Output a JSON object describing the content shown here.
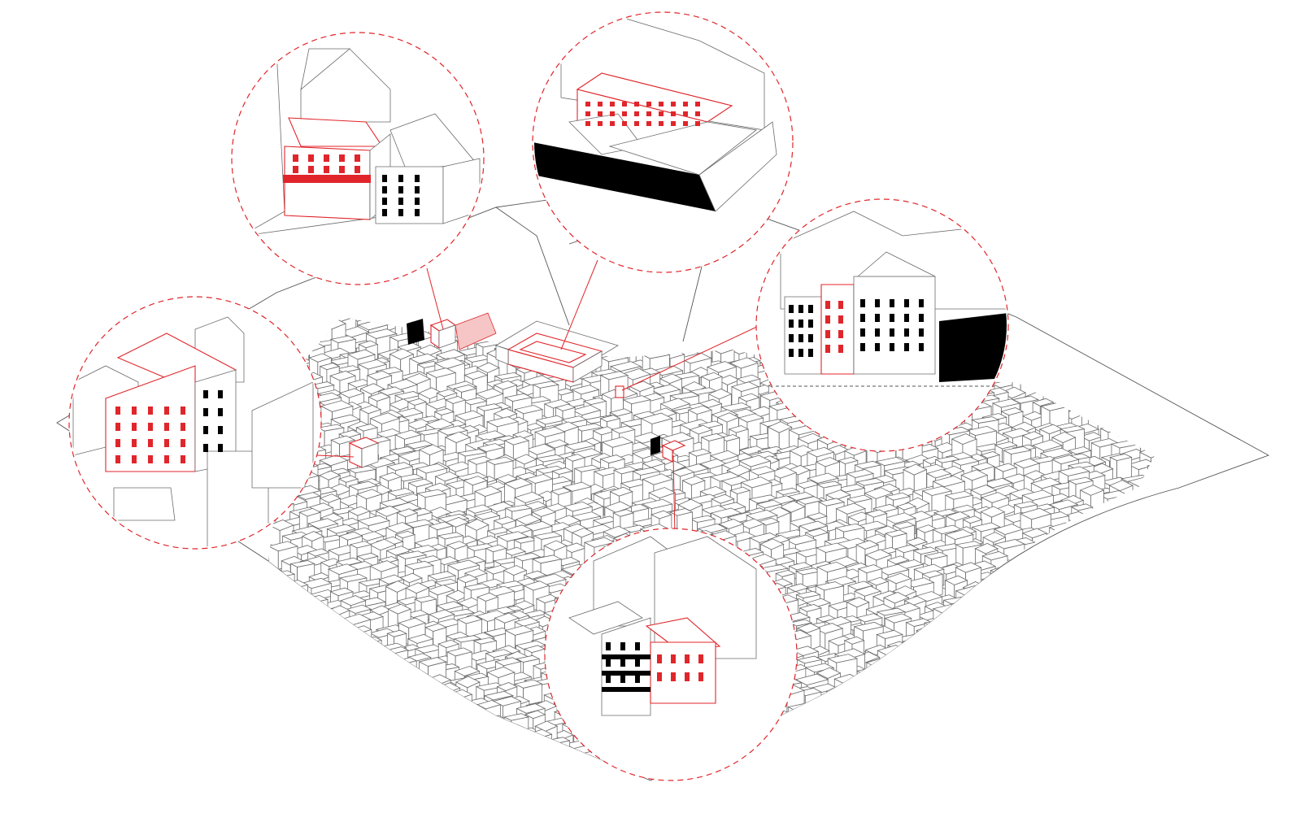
{
  "figure": {
    "type": "isometric urban axonometric diagram",
    "colors": {
      "highlight": "#e0262b",
      "highlight_fill": "#f6c6c6",
      "linework": "#555555",
      "solid": "#000000",
      "background": "#ffffff"
    },
    "callouts": [
      {
        "id": "arcade-building",
        "buildings": 2
      },
      {
        "id": "courtyard-block",
        "buildings": 1
      },
      {
        "id": "street-facade",
        "buildings": 3
      },
      {
        "id": "tall-block",
        "buildings": 2
      },
      {
        "id": "corner-pair",
        "buildings": 2
      }
    ]
  }
}
